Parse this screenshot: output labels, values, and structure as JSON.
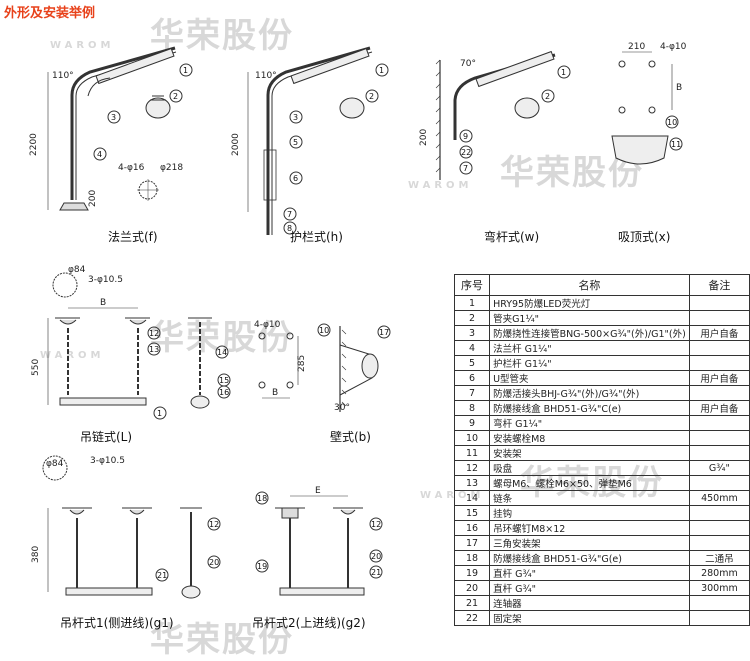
{
  "title": "外形及安装举例",
  "watermark": {
    "text": "华荣股份",
    "brand": "WAROM"
  },
  "colors": {
    "title": "#e8421b",
    "line": "#333333",
    "watermark": "#d8d8d8"
  },
  "figures": {
    "flange": {
      "label": "法兰式(f)",
      "angle": "110°",
      "height": "2200",
      "base": "200",
      "holes": "4-φ16",
      "dia": "φ218",
      "callouts": [
        "1",
        "2",
        "3",
        "4"
      ]
    },
    "guardrail": {
      "label": "护栏式(h)",
      "angle": "110°",
      "height": "2000",
      "callouts": [
        "1",
        "2",
        "3",
        "5",
        "6",
        "7",
        "8"
      ]
    },
    "bent": {
      "label": "弯杆式(w)",
      "angle": "70°",
      "height": "200",
      "callouts": [
        "1",
        "2",
        "9",
        "22",
        "7"
      ]
    },
    "ceiling": {
      "label": "吸顶式(x)",
      "w": "210",
      "holes": "4-φ10",
      "b": "B",
      "callouts": [
        "10",
        "11"
      ]
    },
    "chain": {
      "label": "吊链式(L)",
      "dia": "φ84",
      "holes": "3-φ10.5",
      "b": "B",
      "height": "550",
      "callouts": [
        "12",
        "13",
        "14",
        "15",
        "16",
        "1"
      ]
    },
    "wall": {
      "label": "壁式(b)",
      "holes": "4-φ10",
      "height": "285",
      "b": "B",
      "angle": "30°",
      "callouts": [
        "10",
        "17"
      ]
    },
    "pole1": {
      "label": "吊杆式1(侧进线)(g1)",
      "dia": "φ84",
      "holes": "3-φ10.5",
      "height": "380",
      "callouts": [
        "12",
        "20",
        "21"
      ]
    },
    "pole2": {
      "label": "吊杆式2(上进线)(g2)",
      "e": "E",
      "callouts": [
        "18",
        "19",
        "12",
        "20",
        "21"
      ]
    }
  },
  "table": {
    "headers": [
      "序号",
      "名称",
      "备注"
    ],
    "rows": [
      [
        "1",
        "HRY95防爆LED荧光灯",
        ""
      ],
      [
        "2",
        "管夹G1¼\"",
        ""
      ],
      [
        "3",
        "防爆挠性连接管BNG-500×G¾\"(外)/G1\"(外)",
        "用户自备"
      ],
      [
        "4",
        "法兰杆 G1¼\"",
        ""
      ],
      [
        "5",
        "护栏杆 G1¼\"",
        ""
      ],
      [
        "6",
        "U型管夹",
        "用户自备"
      ],
      [
        "7",
        "防爆活接头BHJ-G¾\"(外)/G¾\"(外)",
        ""
      ],
      [
        "8",
        "防爆接线盒 BHD51-G¾\"C(e)",
        "用户自备"
      ],
      [
        "9",
        "弯杆 G1¼\"",
        ""
      ],
      [
        "10",
        "安装螺栓M8",
        ""
      ],
      [
        "11",
        "安装架",
        ""
      ],
      [
        "12",
        "吸盘",
        "G¾\""
      ],
      [
        "13",
        "螺母M6、螺栓M6×50、弹垫M6",
        ""
      ],
      [
        "14",
        "链条",
        "450mm"
      ],
      [
        "15",
        "挂钩",
        ""
      ],
      [
        "16",
        "吊环螺钉M8×12",
        ""
      ],
      [
        "17",
        "三角安装架",
        ""
      ],
      [
        "18",
        "防爆接线盒 BHD51-G¾\"G(e)",
        "二通吊"
      ],
      [
        "19",
        "直杆 G¾\"",
        "280mm"
      ],
      [
        "20",
        "直杆 G¾\"",
        "300mm"
      ],
      [
        "21",
        "连轴器",
        ""
      ],
      [
        "22",
        "固定架",
        ""
      ]
    ]
  }
}
